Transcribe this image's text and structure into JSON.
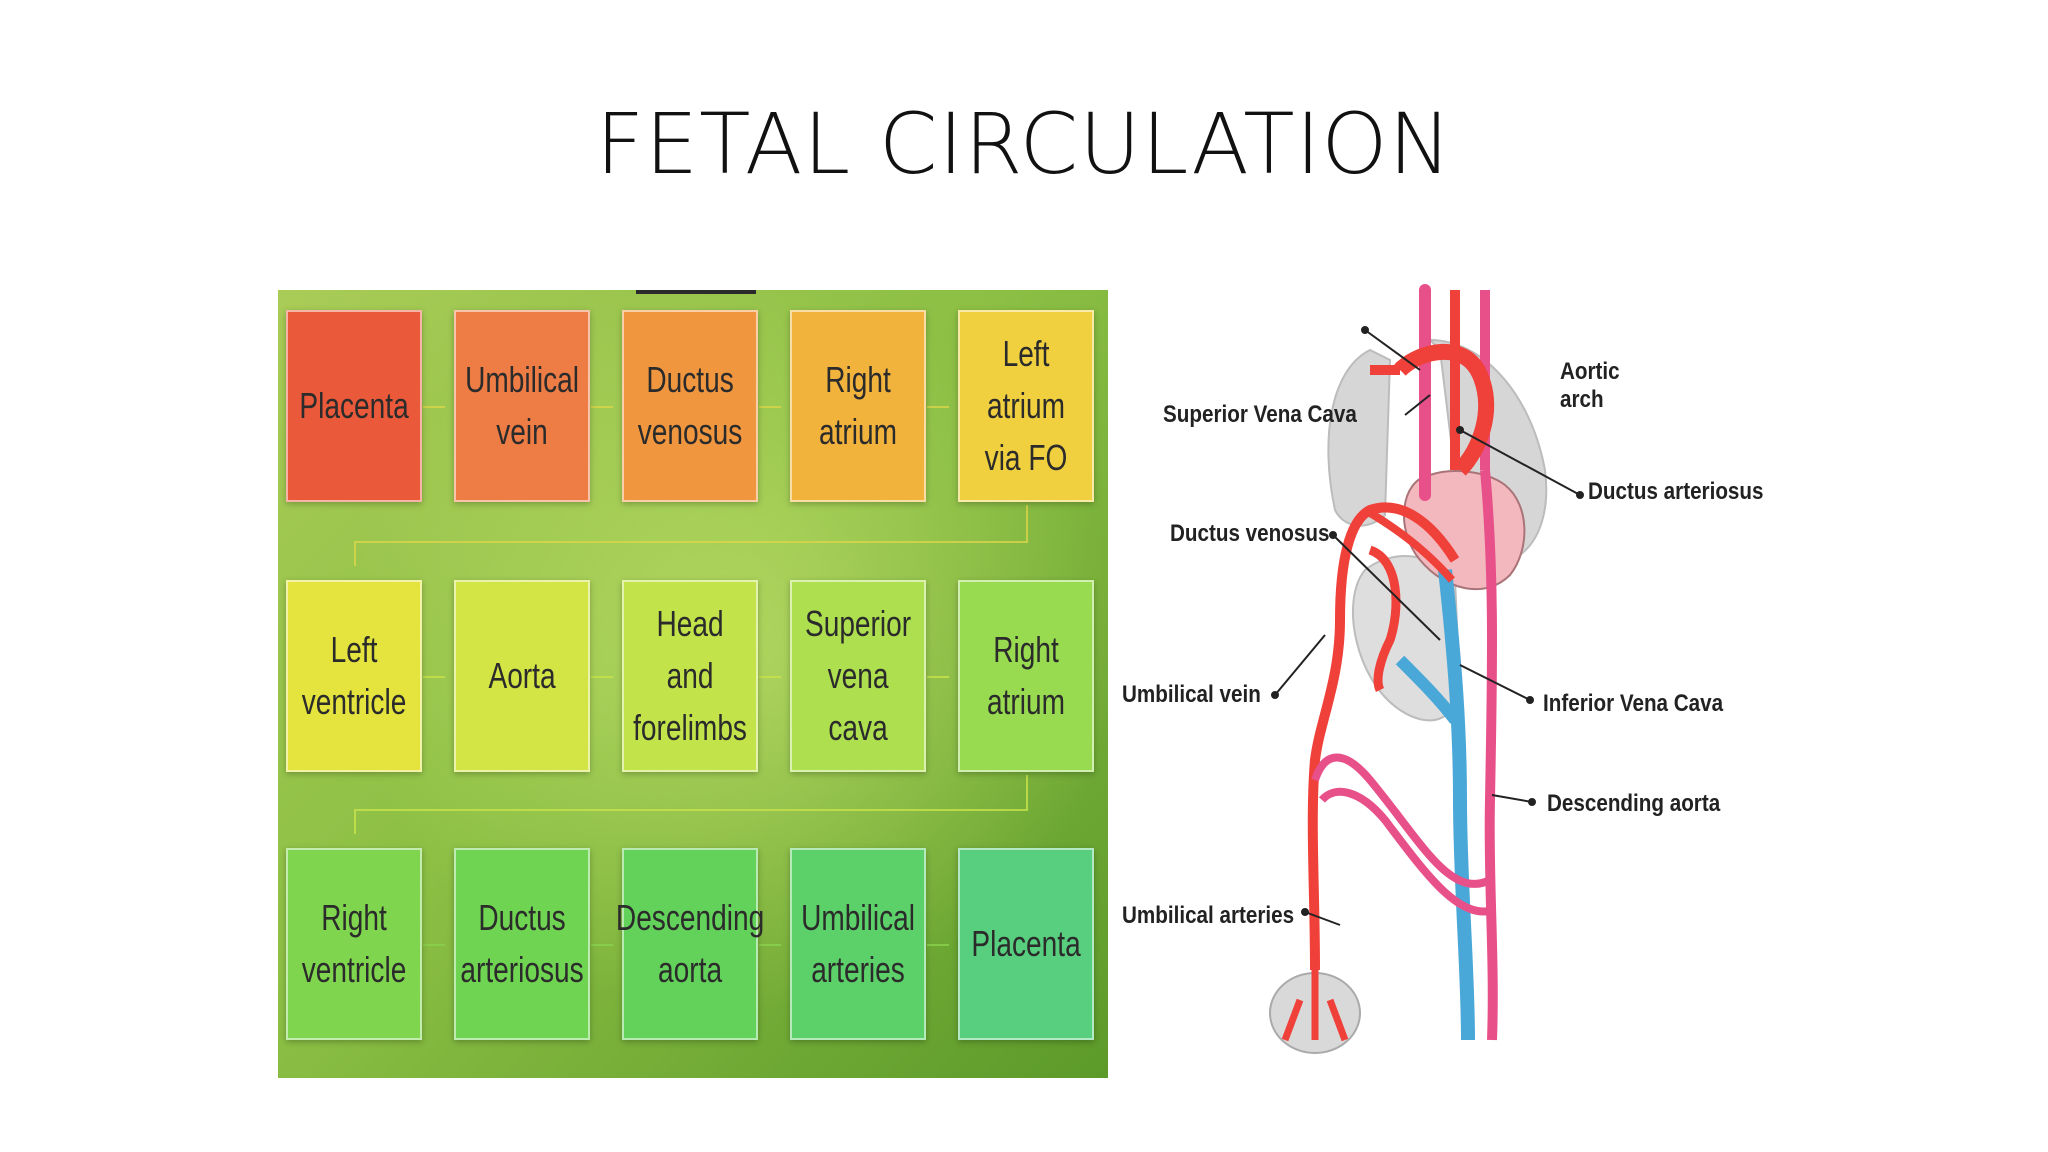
{
  "title": "FETAL CIRCULATION",
  "flow": {
    "boxes": [
      {
        "label": "Placenta",
        "color": "#ea5a3a"
      },
      {
        "label": "Umbilical\nvein",
        "color": "#ee7c45"
      },
      {
        "label": "Ductus\nvenosus",
        "color": "#f0963f"
      },
      {
        "label": "Right\natrium",
        "color": "#f2b33d"
      },
      {
        "label": "Left atrium\nvia FO",
        "color": "#f1d03f"
      },
      {
        "label": "Left\nventricle",
        "color": "#e5e43e"
      },
      {
        "label": "Aorta",
        "color": "#d3e545"
      },
      {
        "label": "Head and\nforelimbs",
        "color": "#c2e44a"
      },
      {
        "label": "Superior\nvena cava",
        "color": "#addf4e"
      },
      {
        "label": "Right\natrium",
        "color": "#98db50"
      },
      {
        "label": "Right\nventricle",
        "color": "#7fd64e"
      },
      {
        "label": "Ductus\narteriosus",
        "color": "#6fd451"
      },
      {
        "label": "Descending\naorta",
        "color": "#63d25a"
      },
      {
        "label": "Umbilical\narteries",
        "color": "#5cd169"
      },
      {
        "label": "Placenta",
        "color": "#57cf7e"
      }
    ]
  },
  "anatomy": {
    "labels": {
      "aortic_arch": "Aortic\narch",
      "svc": "Superior Vena Cava",
      "ductus_arteriosus": "Ductus arteriosus",
      "ductus_venosus": "Ductus venosus",
      "umbilical_vein": "Umbilical vein",
      "ivc": "Inferior Vena Cava",
      "descending_aorta": "Descending aorta",
      "umbilical_arteries": "Umbilical arteries"
    },
    "colors": {
      "artery": "#f0403a",
      "vein": "#4aa8d8",
      "mixed": "#e8508a",
      "organ": "#d8d8d8",
      "heart": "#f2b8bd"
    }
  }
}
